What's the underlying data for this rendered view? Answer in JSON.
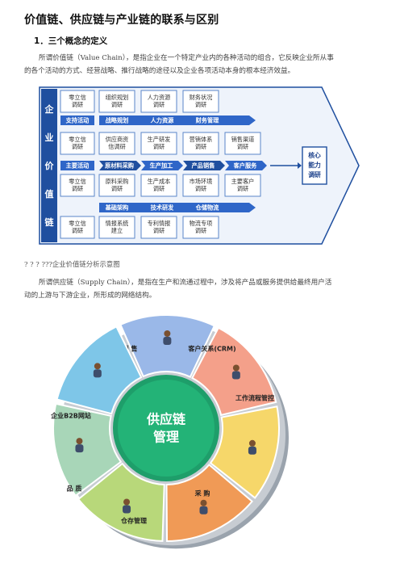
{
  "doc": {
    "title": "价值链、供应链与产业链的联系与区别",
    "section_heading": "1．三个概念的定义",
    "para_value_chain_1": "所谓价值链（Value Chain），是指企业在一个特定产业内的各种活动的组合，它反映企业所从事",
    "para_value_chain_2": "的各个活动的方式、经营战略、推行战略的途径以及企业各项活动本身的根本经济效益。",
    "caption": "? ? ? ???企业价值链分析示意图",
    "para_supply_chain_1": "所谓供应链（Supply Chain），是指在生产和流通过程中，涉及将产品或服务提供给最终用户活",
    "para_supply_chain_2": "动的上游与下游企业，所形成的网络结构。"
  },
  "value_chain": {
    "side_chars": [
      "企",
      "业",
      "价",
      "值",
      "链"
    ],
    "support_label": "支持活动",
    "main_label": "主要活动",
    "left_cells": [
      "零立信\n调研",
      "零立信\n调研",
      "零立信\n调研",
      "零立信\n调研"
    ],
    "row1_cells": [
      "组织规划\n调研",
      "人力资源\n调研",
      "财务状况\n调研"
    ],
    "row1_bar": [
      "战略规划",
      "人力资源",
      "财务管理"
    ],
    "row2_cells": [
      "供应商资\n信调研",
      "生产研发\n调研",
      "营销体系\n调研",
      "销售渠道\n调研"
    ],
    "row2_bar": [
      "原材料采购",
      "生产加工",
      "产品销售",
      "客户服务"
    ],
    "row3_cells": [
      "原料采购\n调研",
      "生产成本\n调研",
      "市场环境\n调研",
      "主要客户\n调研"
    ],
    "row4_bar": [
      "基础架构",
      "技术研发",
      "仓储物流"
    ],
    "row4_cells": [
      "情报系统\n建立",
      "专利情报\n调研",
      "物流专项\n调研"
    ],
    "core": [
      "核心",
      "能力",
      "调研"
    ],
    "colors": {
      "blue": "#2f66c8",
      "dark_blue": "#1f4f9f",
      "cell_border": "#5a86c8"
    }
  },
  "supply_chain": {
    "center": [
      "供应链",
      "管理"
    ],
    "segments": [
      {
        "label": "销 售",
        "color": "#9ab8e8"
      },
      {
        "label": "客户关系(CRM)",
        "color": "#f4a08a"
      },
      {
        "label": "工作流程管控",
        "color": "#f6d76a"
      },
      {
        "label": "采 购",
        "color": "#f09a56"
      },
      {
        "label": "仓存管理",
        "color": "#b8d87a"
      },
      {
        "label": "品 质",
        "color": "#a8d6b8"
      },
      {
        "label": "企业B2B网站",
        "color": "#7ec6e8"
      }
    ]
  }
}
